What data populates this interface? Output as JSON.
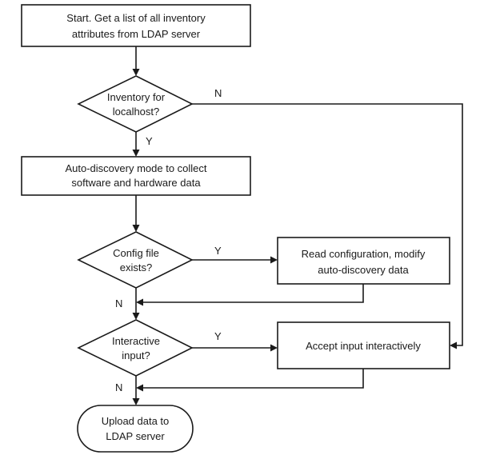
{
  "flowchart": {
    "start_box": {
      "line1": "Start. Get a list of all inventory",
      "line2": "attributes from LDAP server"
    },
    "decision_localhost": {
      "line1": "Inventory for",
      "line2": "localhost?"
    },
    "auto_discovery_box": {
      "line1": "Auto-discovery mode to collect",
      "line2": "software and hardware data"
    },
    "decision_config": {
      "line1": "Config file",
      "line2": "exists?"
    },
    "read_config_box": {
      "line1": "Read configuration, modify",
      "line2": "auto-discovery data"
    },
    "decision_interactive": {
      "line1": "Interactive",
      "line2": "input?"
    },
    "accept_input_box": {
      "line1": "Accept input interactively"
    },
    "end_terminal": {
      "line1": "Upload data to",
      "line2": "LDAP server"
    },
    "edge_labels": {
      "localhost_no": "N",
      "localhost_yes": "Y",
      "config_yes": "Y",
      "config_no": "N",
      "interactive_yes": "Y",
      "interactive_no": "N"
    }
  }
}
